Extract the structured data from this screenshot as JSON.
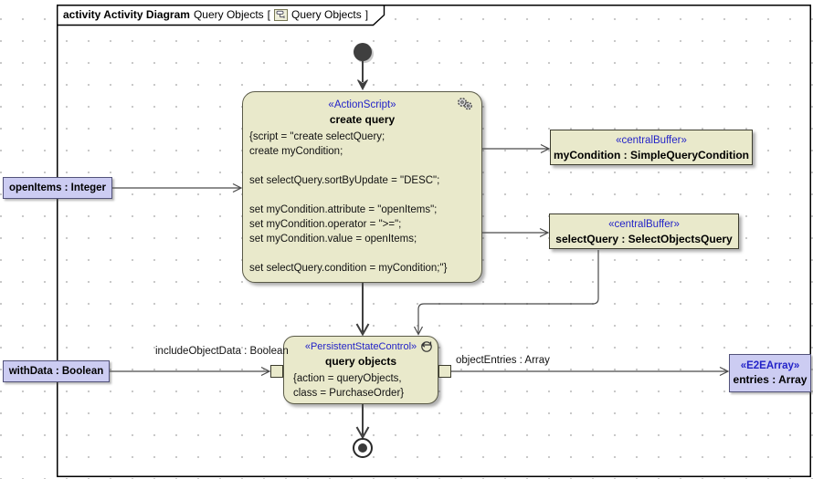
{
  "frame": {
    "keyword": "activity Activity Diagram",
    "name": "Query Objects",
    "bracket_open": "[",
    "diagram_ref": "Query Objects",
    "bracket_close": "]"
  },
  "nodes": {
    "create_query": {
      "stereotype": "«ActionScript»",
      "name": "create query",
      "script_lines": [
        "{script = \"create selectQuery;",
        "create myCondition;",
        "",
        "set selectQuery.sortByUpdate = \"DESC\";",
        "",
        "set myCondition.attribute = \"openItems\";",
        "set myCondition.operator = \">=\";",
        "set myCondition.value = openItems;",
        "",
        "set selectQuery.condition = myCondition;\"}"
      ]
    },
    "my_condition_buffer": {
      "stereotype": "«centralBuffer»",
      "name": "myCondition : SimpleQueryCondition"
    },
    "select_query_buffer": {
      "stereotype": "«centralBuffer»",
      "name": "selectQuery : SelectObjectsQuery"
    },
    "query_objects": {
      "stereotype": "«PersistentStateControl»",
      "name": "query objects",
      "body_lines": [
        "{action = queryObjects,",
        "class = PurchaseOrder}"
      ]
    },
    "open_items_param": {
      "name": "openItems : Integer"
    },
    "with_data_param": {
      "name": "withData : Boolean"
    },
    "entries_param": {
      "stereotype": "«E2EArray»",
      "name": "entries : Array"
    }
  },
  "edge_labels": {
    "include_object_data": "includeObjectData : Boolean",
    "object_entries": "objectEntries : Array"
  },
  "colors": {
    "node_fill": "#e9e9cb",
    "node_border": "#5a5a48",
    "param_fill": "#ccccf2",
    "param_border": "#52527a",
    "stereotype_text": "#2323c8",
    "edge": "#4a4a4a",
    "control_edge": "#3f3f3f"
  }
}
